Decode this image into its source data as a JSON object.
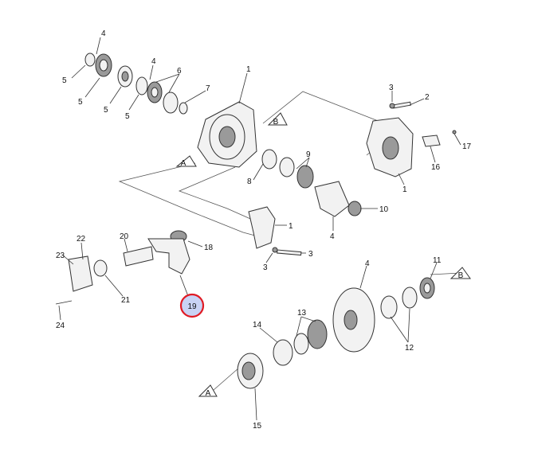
{
  "labels": {
    "n1": "1",
    "n2": "2",
    "n3": "3",
    "n4": "4",
    "n5": "5",
    "n6": "6",
    "n7": "7",
    "n8": "8",
    "n9": "9",
    "n10": "10",
    "n11": "11",
    "n12": "12",
    "n13": "13",
    "n14": "14",
    "n15": "15",
    "n16": "16",
    "n17": "17",
    "n18": "18",
    "n19": "19",
    "n20": "20",
    "n21": "21",
    "n22": "22",
    "n23": "23",
    "n24": "24",
    "A": "A",
    "B": "B"
  },
  "colors": {
    "highlight": "#e01b24",
    "highlight_fill": "#c9d3f5"
  }
}
